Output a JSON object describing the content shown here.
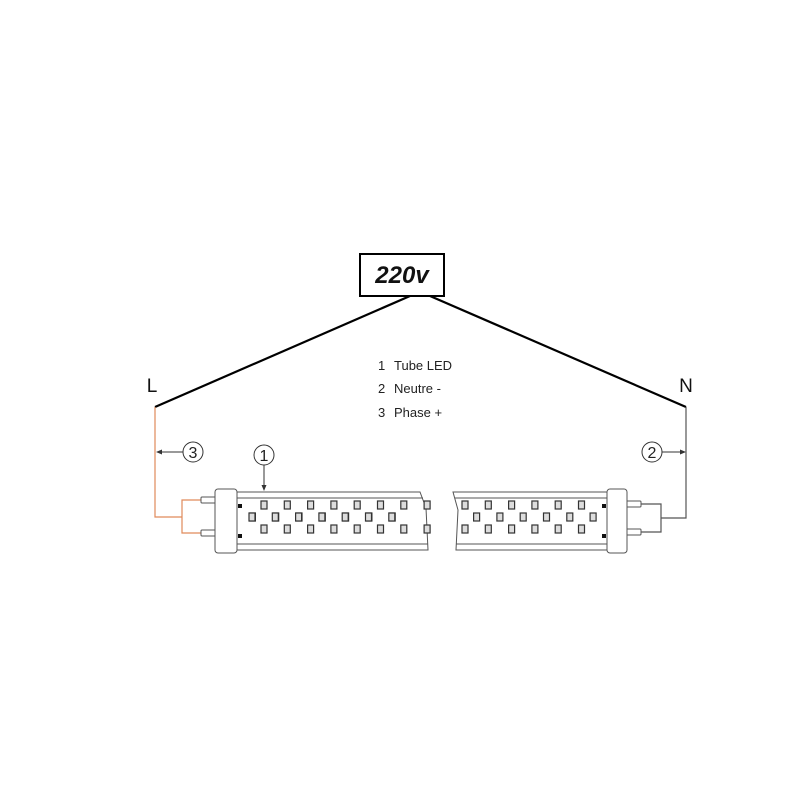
{
  "voltage_label": "220v",
  "terminals": {
    "line": "L",
    "neutral": "N"
  },
  "legend": [
    {
      "num": "1",
      "text": "Tube LED"
    },
    {
      "num": "2",
      "text": "Neutre -"
    },
    {
      "num": "3",
      "text": "Phase +"
    }
  ],
  "callouts": {
    "tube": "1",
    "neutral": "2",
    "phase": "3"
  },
  "colors": {
    "wire": "#000000",
    "phase_wire": "#e08a5a",
    "outline": "#555555"
  }
}
